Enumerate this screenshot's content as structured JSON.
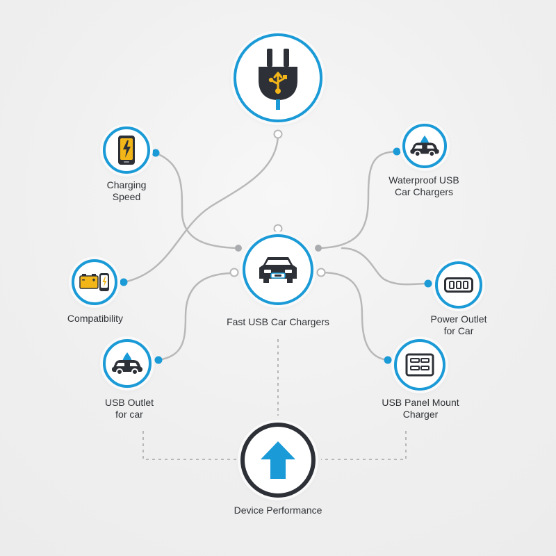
{
  "center": {
    "label": "Fast USB Car Chargers",
    "icon": "car-front-usb-icon"
  },
  "top": {
    "icon": "usb-plug-icon"
  },
  "nodes": {
    "charging_speed": {
      "label": "Charging\nSpeed",
      "icon": "smartphone-lightning-icon"
    },
    "compatibility": {
      "label": "Compatibility",
      "icon": "battery-phone-icon"
    },
    "usb_outlet": {
      "label": "USB Outlet\nfor car",
      "icon": "car-water-drop-icon"
    },
    "waterproof": {
      "label": "Waterproof USB\nCar Chargers",
      "icon": "car-water-drop-icon"
    },
    "power_outlet": {
      "label": "Power Outlet\nfor Car",
      "icon": "power-strip-icon"
    },
    "panel_mount": {
      "label": "USB Panel Mount\nCharger",
      "icon": "usb-panel-icon"
    }
  },
  "bottom": {
    "label": "Device Performance",
    "icon": "arrow-up-icon"
  },
  "colors": {
    "blue": "#1a9ad6",
    "dark": "#2d3036",
    "yellow": "#f3b619",
    "connector": "#b8b8b8"
  }
}
